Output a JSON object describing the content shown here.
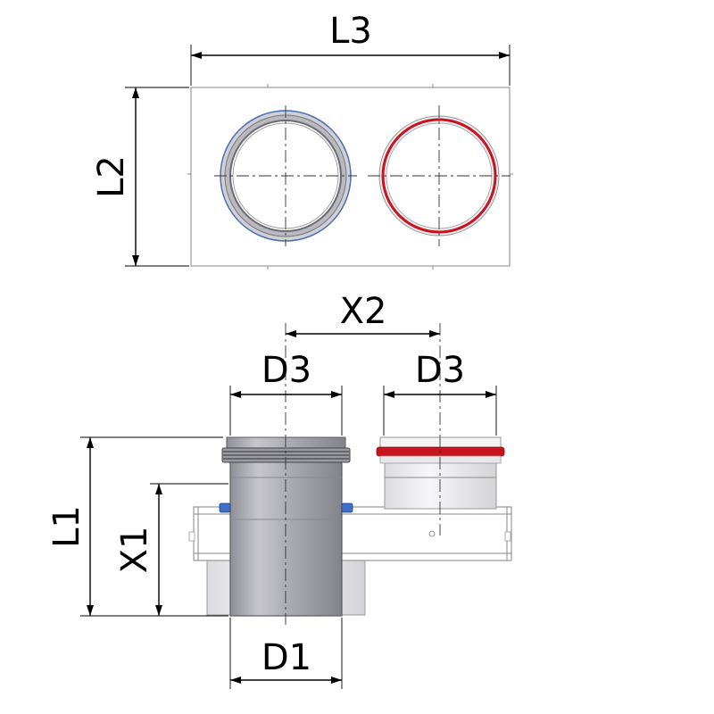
{
  "labels": {
    "L3": "L3",
    "L2": "L2",
    "X2": "X2",
    "D3_left": "D3",
    "D3_right": "D3",
    "L1": "L1",
    "X1": "X1",
    "D1": "D1"
  },
  "colors": {
    "seal_red": "#c8141e",
    "seal_blue": "#3f6fc9",
    "pipe_steel": "#b0b0b8",
    "pipe_white": "#f2f2f4"
  }
}
